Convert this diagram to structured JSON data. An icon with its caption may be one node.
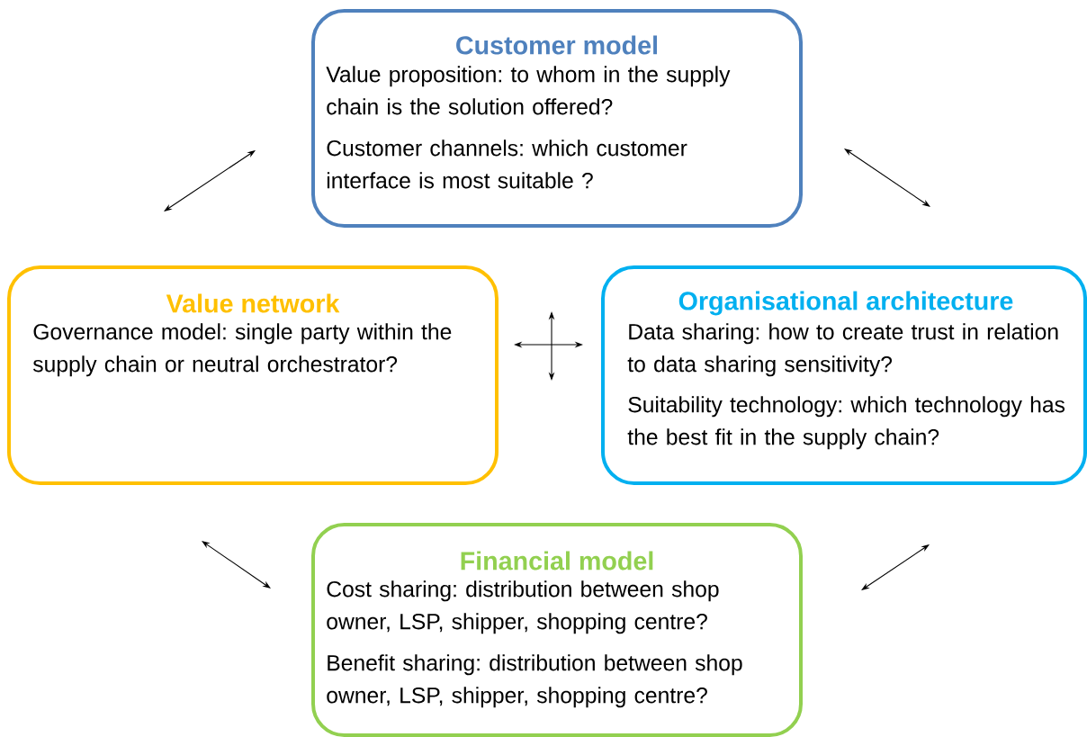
{
  "diagram": {
    "nodes": [
      {
        "text": [
          "Customer model",
          "Value proposition: to whom in the supply chain is the solution offered?",
          "Customer channels: which customer interface is most suitable ?"
        ]
      },
      {
        "text": [
          "Value network",
          "Governance model: single party within the supply chain or neutral orchestrator?"
        ]
      },
      {
        "text": [
          "Organisational architecture",
          "Data sharing: how to create trust in relation to data sharing sensitivity?",
          "Suitability technology: which technology has the best fit in the supply chain?"
        ]
      },
      {
        "text": [
          "Financial model",
          "Cost sharing: distribution between shop owner, LSP, shipper, shopping centre?",
          "Benefit sharing: distribution between shop owner, LSP, shipper, shopping centre?"
        ]
      }
    ],
    "edges": [
      {
        "from": 1,
        "to": 0,
        "arrow": "both"
      },
      {
        "from": 0,
        "to": 2,
        "arrow": "both"
      },
      {
        "from": 1,
        "to": 2,
        "arrow": "both"
      },
      {
        "from": 1,
        "to": 3,
        "arrow": "both"
      },
      {
        "from": 3,
        "to": 2,
        "arrow": "both"
      }
    ]
  }
}
